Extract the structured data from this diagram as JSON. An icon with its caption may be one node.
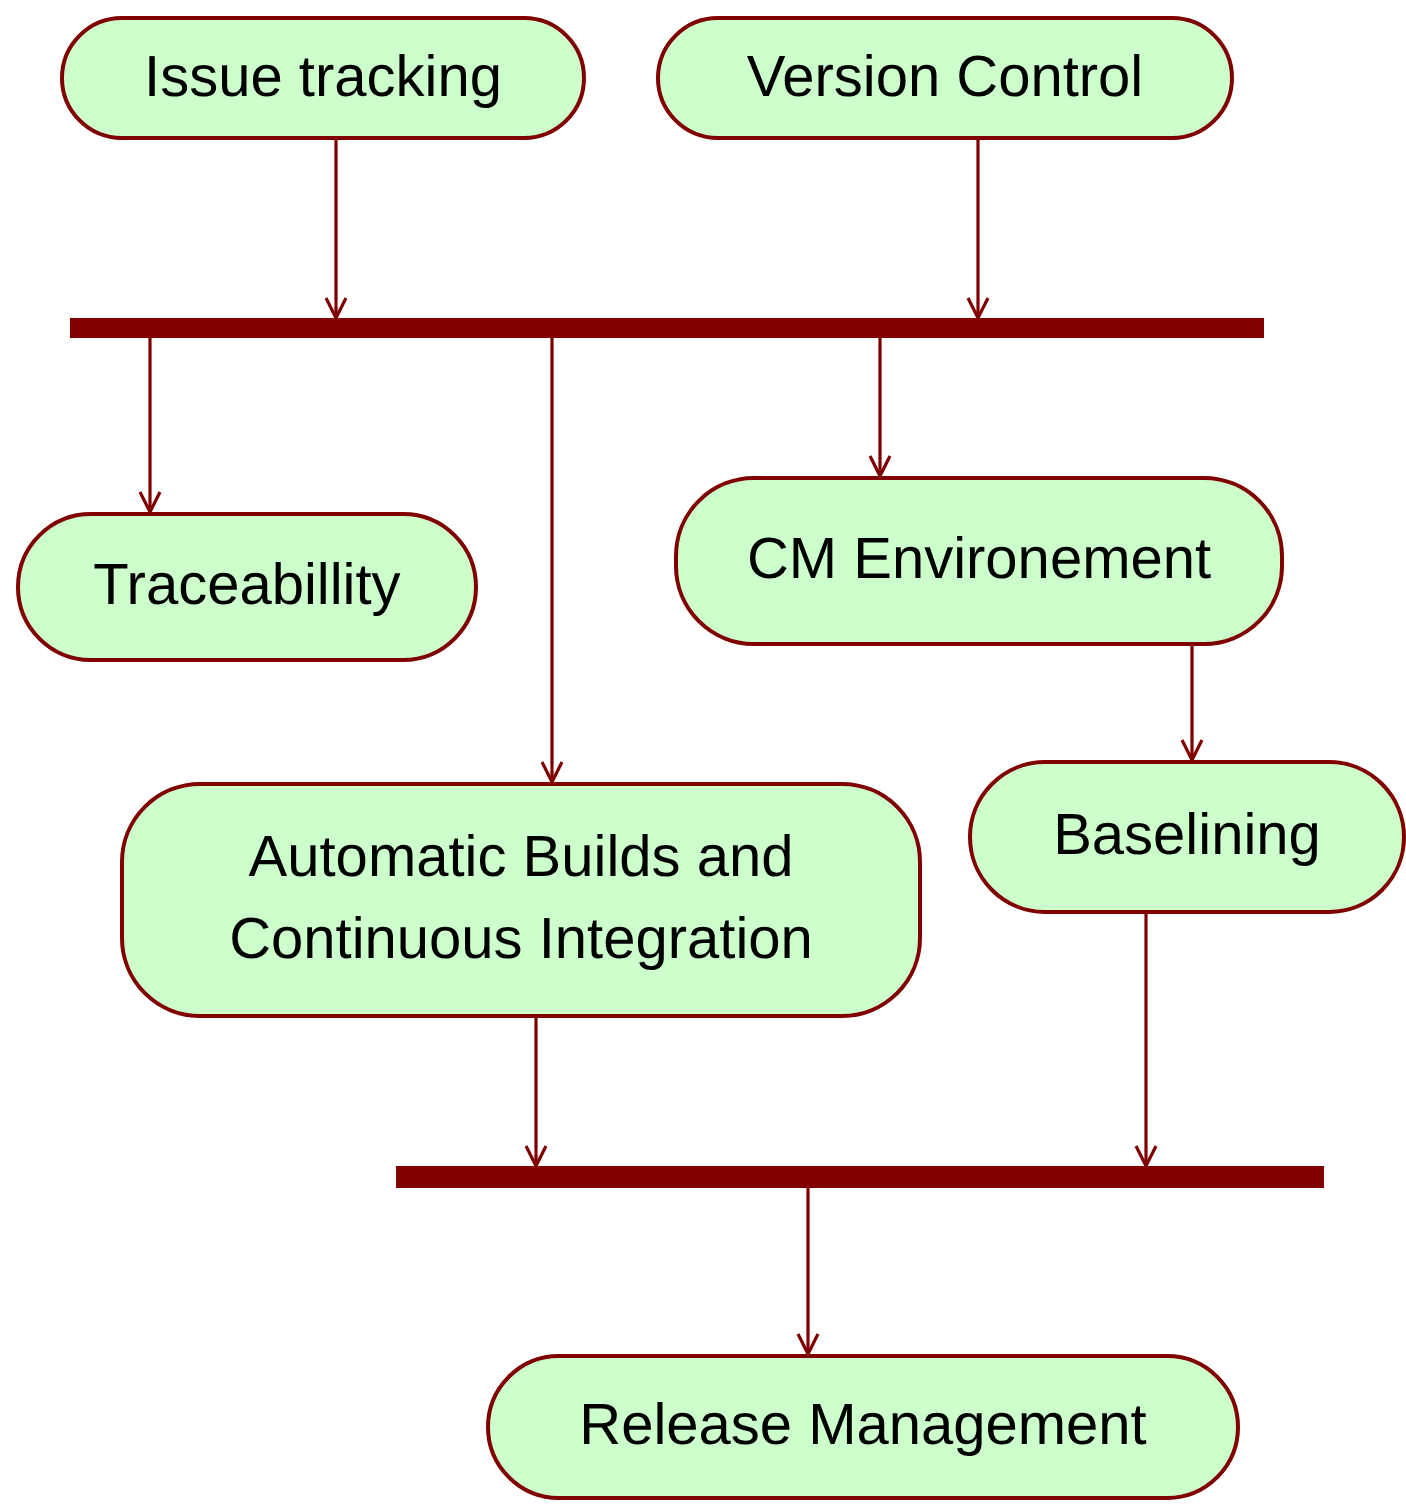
{
  "diagram": {
    "nodes": [
      {
        "text": [
          "Issue tracking"
        ]
      },
      {
        "text": [
          "Version Control"
        ]
      },
      {
        "text": [],
        "shape": "bar"
      },
      {
        "text": [
          "Traceabillity"
        ]
      },
      {
        "text": [
          "CM Environement"
        ]
      },
      {
        "text": [
          "Automatic Builds and Continuous Integration"
        ]
      },
      {
        "text": [
          "Baselining"
        ]
      },
      {
        "text": [],
        "shape": "bar"
      },
      {
        "text": [
          "Release Management"
        ]
      }
    ],
    "edges": [
      {
        "from": 0,
        "to": 2,
        "arrow": "to"
      },
      {
        "from": 1,
        "to": 2,
        "arrow": "to"
      },
      {
        "from": 2,
        "to": 3,
        "arrow": "to"
      },
      {
        "from": 2,
        "to": 5,
        "arrow": "to"
      },
      {
        "from": 2,
        "to": 4,
        "arrow": "to"
      },
      {
        "from": 4,
        "to": 6,
        "arrow": "to"
      },
      {
        "from": 5,
        "to": 7,
        "arrow": "to"
      },
      {
        "from": 6,
        "to": 7,
        "arrow": "to"
      },
      {
        "from": 7,
        "to": 8,
        "arrow": "to"
      }
    ]
  }
}
